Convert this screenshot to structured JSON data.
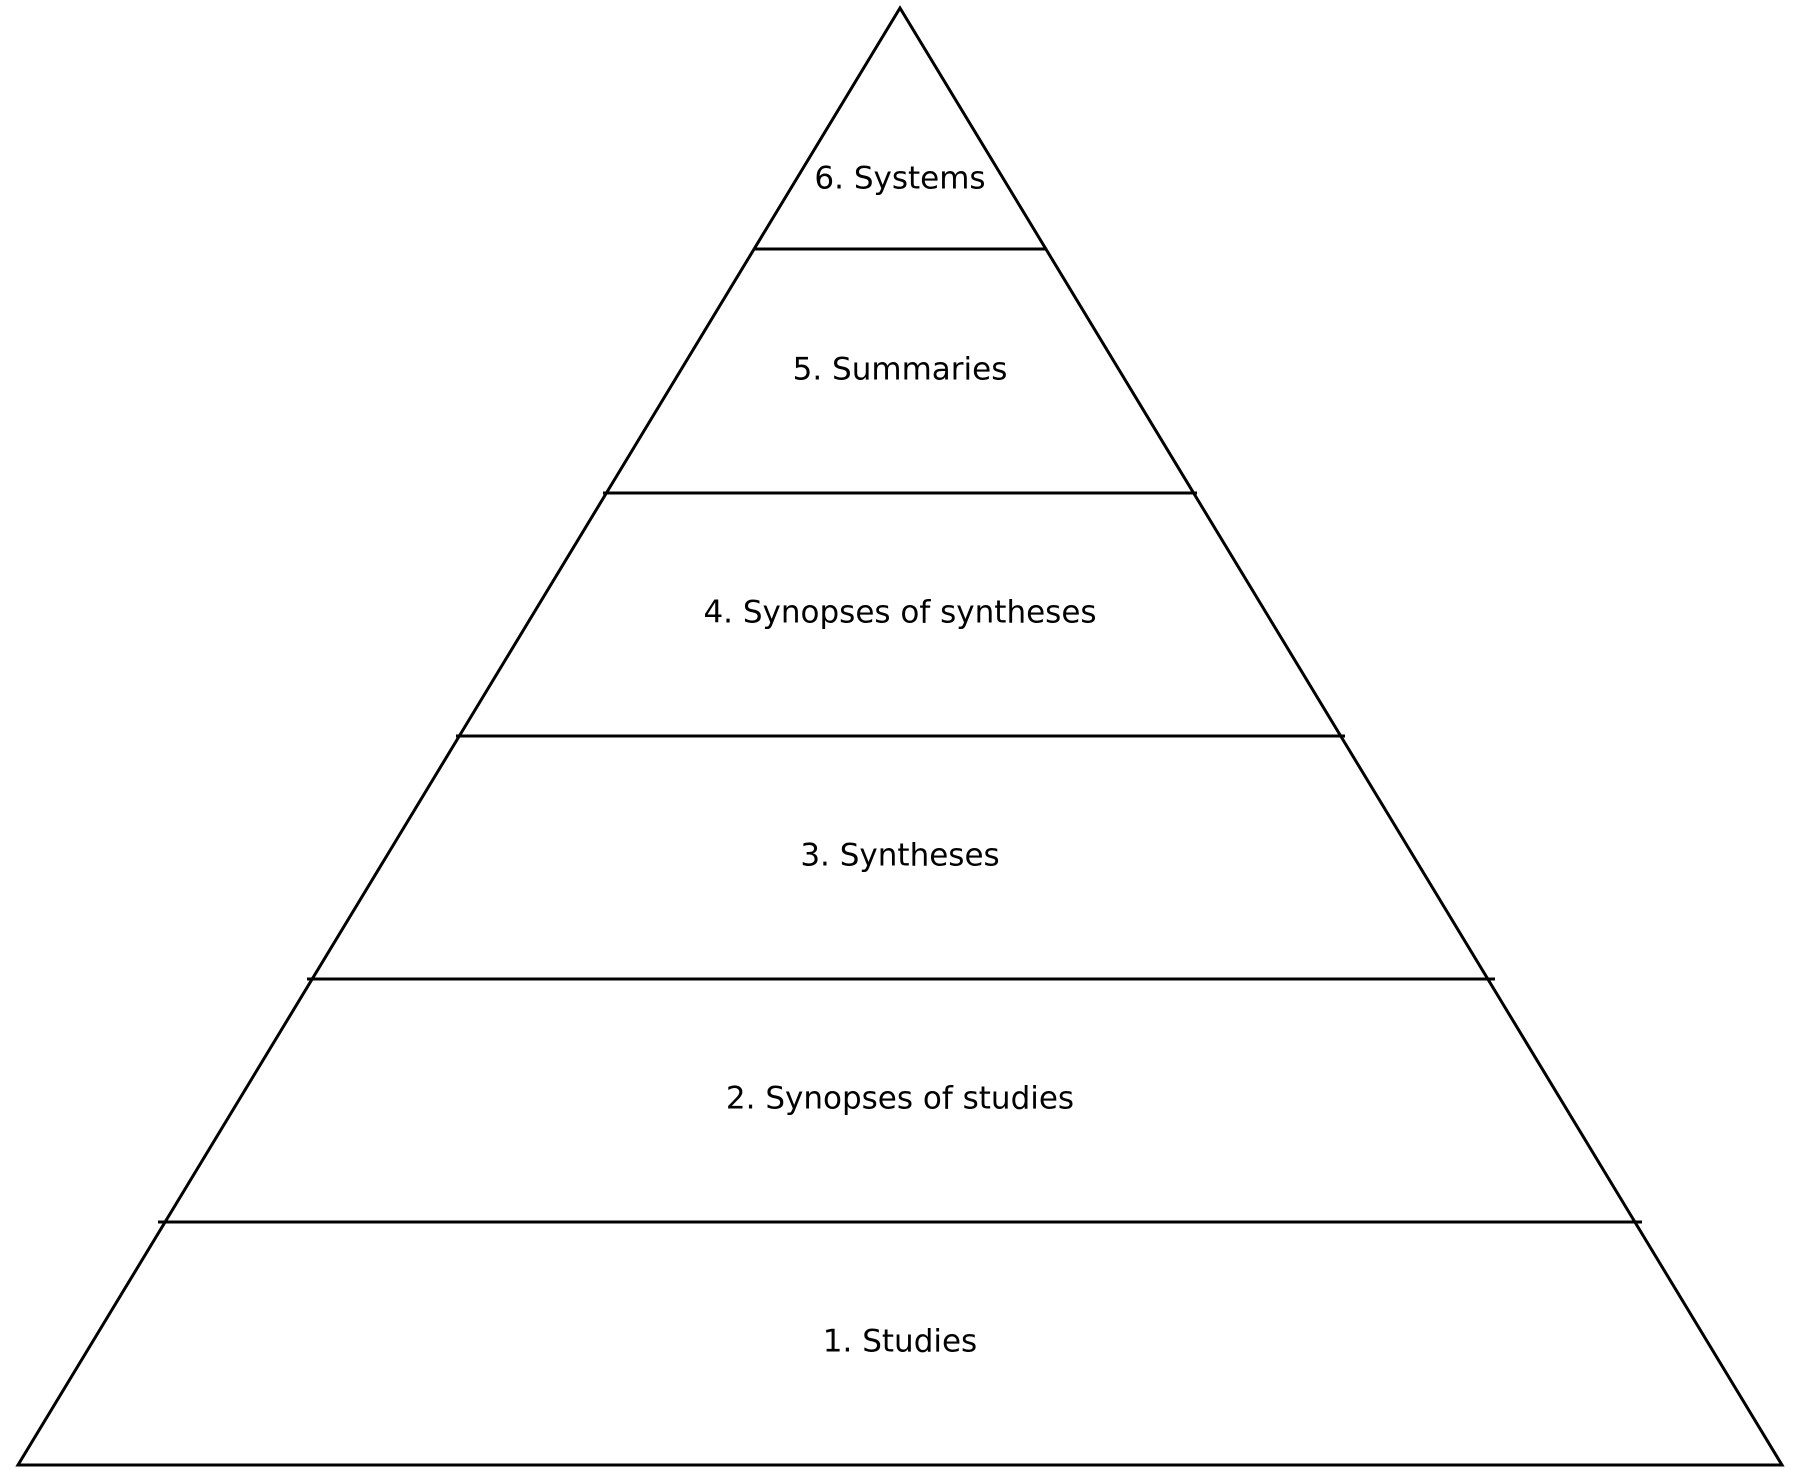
{
  "diagram": {
    "type": "pyramid",
    "stroke_color": "#000000",
    "background_color": "#ffffff",
    "levels": [
      {
        "label": "6. Systems"
      },
      {
        "label": "5. Summaries"
      },
      {
        "label": "4. Synopses of syntheses"
      },
      {
        "label": "3. Syntheses"
      },
      {
        "label": "2. Synopses of studies"
      },
      {
        "label": "1. Studies"
      }
    ]
  }
}
